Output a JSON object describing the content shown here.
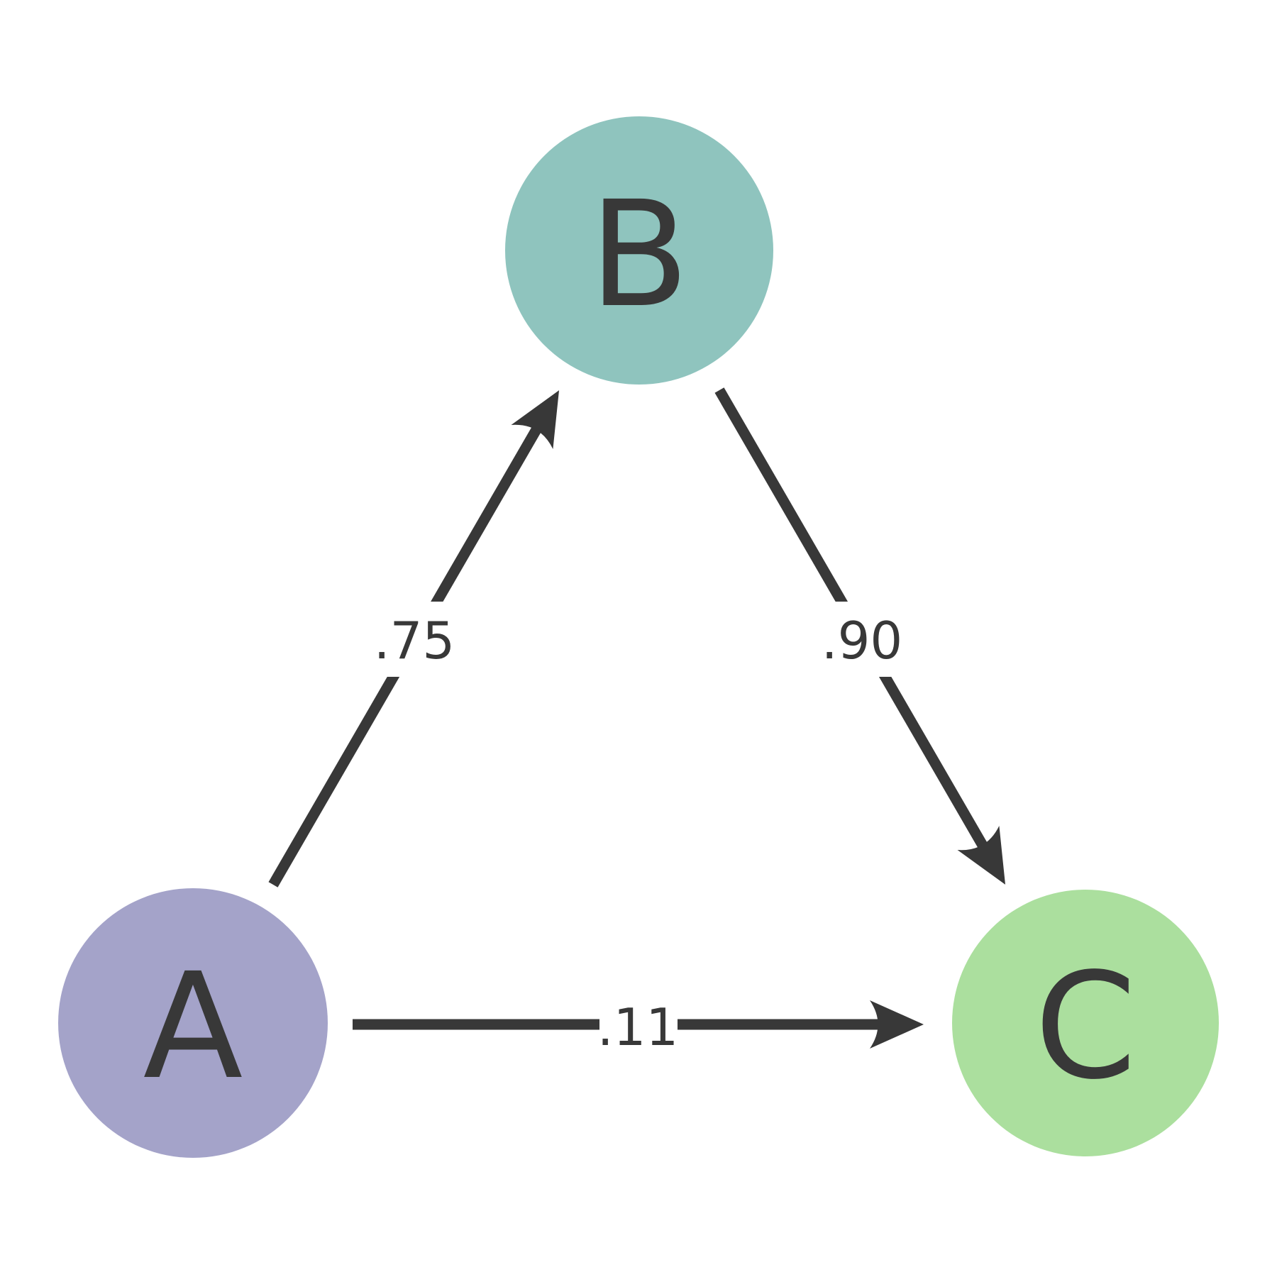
{
  "diagram": {
    "background": "#ffffff",
    "edge_color": "#383838",
    "text_color": "#383838",
    "nodes": [
      {
        "id": "A",
        "label": "A",
        "color": "#a4a3c9"
      },
      {
        "id": "B",
        "label": "B",
        "color": "#8fc4be"
      },
      {
        "id": "C",
        "label": "C",
        "color": "#abdf9e"
      }
    ],
    "edges": [
      {
        "from": "A",
        "to": "B",
        "label": ".75"
      },
      {
        "from": "B",
        "to": "C",
        "label": ".90"
      },
      {
        "from": "A",
        "to": "C",
        "label": ".11"
      }
    ]
  }
}
